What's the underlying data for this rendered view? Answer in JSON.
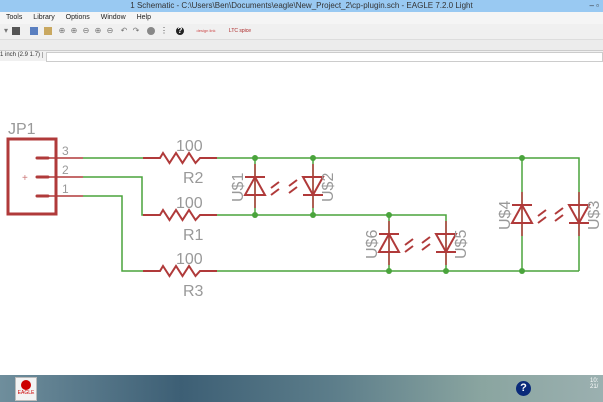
{
  "window": {
    "title": "1 Schematic - C:\\Users\\Ben\\Documents\\eagle\\New_Project_2\\cp-plugin.sch - EAGLE 7.2.0 Light",
    "minimize": "–",
    "restore": "▫"
  },
  "menu": [
    "Tools",
    "Library",
    "Options",
    "Window",
    "Help"
  ],
  "toolbar": {
    "help": "?",
    "designlink": "design link",
    "ltc": "LTC spice"
  },
  "coordinates": "1 inch (2.9 1.7)",
  "schematic": {
    "connector": {
      "name": "JP1",
      "pins": [
        "3",
        "2",
        "1"
      ],
      "plus": "+"
    },
    "resistors": [
      {
        "name": "R2",
        "value": "100"
      },
      {
        "name": "R1",
        "value": "100"
      },
      {
        "name": "R3",
        "value": "100"
      }
    ],
    "leds": [
      "U$1",
      "U$2",
      "U$6",
      "U$5",
      "U$4",
      "U$3"
    ]
  },
  "taskbar": {
    "app": "EAGLE",
    "help": "?",
    "time": "10:",
    "date": "21/"
  },
  "colors": {
    "wire": "#4aa43c",
    "symbol": "#b03a3a",
    "label": "#999999",
    "titlebar": "#99c9f2"
  }
}
